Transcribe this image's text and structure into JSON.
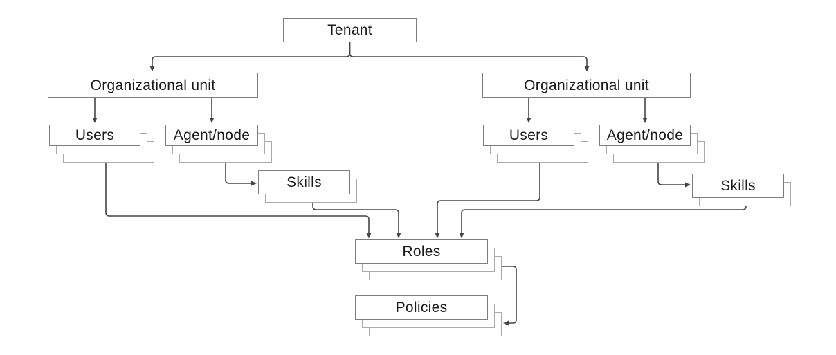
{
  "diagram": {
    "colors": {
      "background": "#ffffff",
      "box_fill": "#ffffff",
      "box_border": "#7e7e7e",
      "stack_border": "#aaaaaa",
      "connector": "#454545",
      "text": "#1a1a1a"
    },
    "nodes": {
      "tenant": {
        "label": "Tenant"
      },
      "org_unit_left": {
        "label": "Organizational unit"
      },
      "org_unit_right": {
        "label": "Organizational unit"
      },
      "users_left": {
        "label": "Users"
      },
      "agent_node_left": {
        "label": "Agent/node"
      },
      "skills_left": {
        "label": "Skills"
      },
      "users_right": {
        "label": "Users"
      },
      "agent_node_right": {
        "label": "Agent/node"
      },
      "skills_right": {
        "label": "Skills"
      },
      "roles": {
        "label": "Roles"
      },
      "policies": {
        "label": "Policies"
      }
    },
    "edges": [
      {
        "from": "tenant",
        "to": "org_unit_left"
      },
      {
        "from": "tenant",
        "to": "org_unit_right"
      },
      {
        "from": "org_unit_left",
        "to": "users_left"
      },
      {
        "from": "org_unit_left",
        "to": "agent_node_left"
      },
      {
        "from": "org_unit_right",
        "to": "users_right"
      },
      {
        "from": "org_unit_right",
        "to": "agent_node_right"
      },
      {
        "from": "agent_node_left",
        "to": "skills_left"
      },
      {
        "from": "agent_node_right",
        "to": "skills_right"
      },
      {
        "from": "users_left",
        "to": "roles"
      },
      {
        "from": "skills_left",
        "to": "roles"
      },
      {
        "from": "users_right",
        "to": "roles"
      },
      {
        "from": "skills_right",
        "to": "roles"
      },
      {
        "from": "roles",
        "to": "policies"
      }
    ]
  }
}
